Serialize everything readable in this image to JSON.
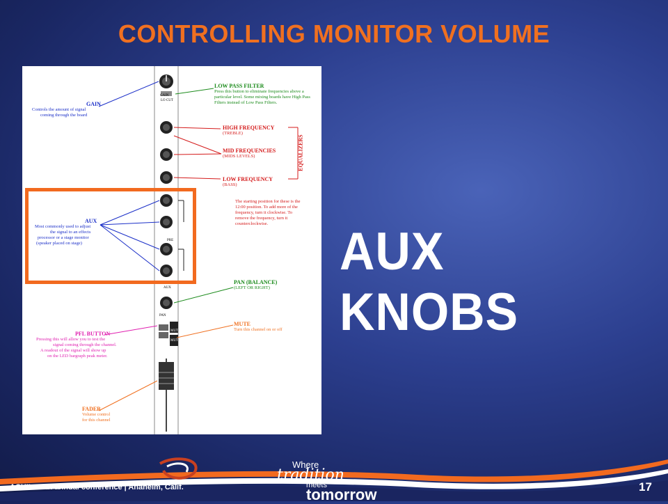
{
  "slide": {
    "title": "CONTROLLING MONITOR VOLUME",
    "big_label": "AUX KNOBS",
    "page_number": "17",
    "footer_text": "ACUI’s 89th annual conference | Anaheim, Calif."
  },
  "logo": {
    "line1": "Where",
    "line2": "tradition",
    "line3": "meets",
    "line4": "tomorrow"
  },
  "diagram": {
    "gain": {
      "title": "GAIN",
      "desc1": "Controls the amount of signal",
      "desc2": "coming through the board"
    },
    "low_pass": {
      "title": "LOW PASS FILTER",
      "desc1": "Press this button to eliminate frequencies above a",
      "desc2": "particular level.  Some mixing boards have High Pass",
      "desc3": "Filters instead of Low Pass Filters."
    },
    "high_freq": {
      "title": "HIGH FREQUENCY",
      "sub": "(TREBLE)"
    },
    "mid_freq": {
      "title": "MID FREQUENCIES",
      "sub": "(MIDS LEVELS)"
    },
    "low_freq": {
      "title": "LOW FREQUENCY",
      "sub": "(BASS)"
    },
    "equalizers": "EQUALIZERS",
    "eq_note": {
      "l1": "The starting position for these is the",
      "l2": "12:00 position.  To add more of the",
      "l3": "frequency, turn it clockwise.  To",
      "l4": "remove the frequency, turn it",
      "l5": "counterclockwise."
    },
    "aux": {
      "title": "AUX",
      "l1": "Most commonly used to adjust",
      "l2": "the signal to an effects",
      "l3": "processor or a stage monitor",
      "l4": "(speaker placed on stage)"
    },
    "pan": {
      "title": "PAN (BALANCE)",
      "sub": "(LEFT OR RIGHT)"
    },
    "mute": {
      "title": "MUTE",
      "sub": "Turn this channel on or off"
    },
    "pfl": {
      "title": "PFL BUTTON",
      "l1": "Pressing this will allow you to test the",
      "l2": "signal coming through the channel.",
      "l3": "A readout of the signal will show up",
      "l4": "on the LED bargraph peak meter."
    },
    "fader": {
      "title": "FADER",
      "l1": "Volume control",
      "l2": "for this channel"
    },
    "strip_labels": {
      "gain": "GAIN",
      "lo_cut": "LO CUT",
      "aux": "AUX",
      "pan": "PAN",
      "mute1": "MUTE",
      "mute2": "MUTE",
      "pre": "PRE"
    }
  }
}
